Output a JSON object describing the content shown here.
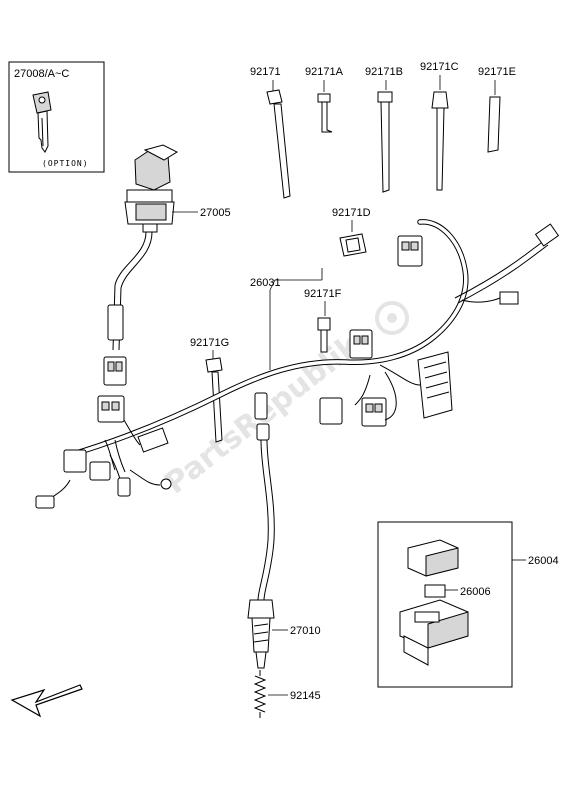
{
  "labels": {
    "key": "27008/A~C",
    "option": "(OPTION)",
    "ignition_switch": "27005",
    "band_1": "92171",
    "band_a": "92171A",
    "band_b": "92171B",
    "band_c": "92171C",
    "band_e": "92171E",
    "band_d": "92171D",
    "band_f": "92171F",
    "band_g": "92171G",
    "harness": "26031",
    "relay_assy": "26004",
    "fuse": "26006",
    "sensor": "27010",
    "spring": "92145"
  },
  "watermark": "PartsRepublik"
}
